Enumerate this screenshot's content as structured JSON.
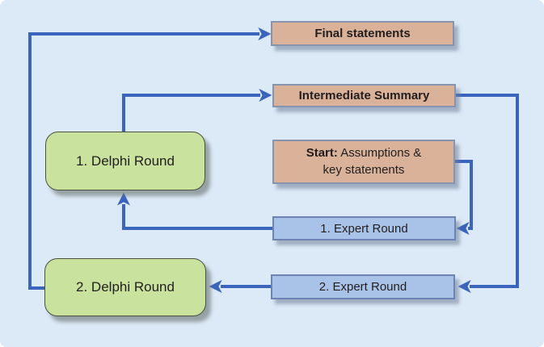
{
  "palette": {
    "bg": "#dce9f6",
    "arrow": "#3b64bd",
    "tan-fill": "#d9b299",
    "tan-border": "#8694af",
    "blue-fill": "#a9c3e8",
    "blue-border": "#6d83b3",
    "green-fill": "#c9e29e",
    "green-border": "#49523e",
    "text": "#221e1f"
  },
  "nodes": {
    "final_statements": {
      "label": "Final statements"
    },
    "intermediate_summary": {
      "label": "Intermediate Summary"
    },
    "start": {
      "label_bold": "Start:",
      "label_rest1": " Assumptions &",
      "label_rest2": "key statements"
    },
    "expert_round_1": {
      "label": "1. Expert Round"
    },
    "expert_round_2": {
      "label": "2. Expert Round"
    },
    "delphi_round_1": {
      "label": "1. Delphi Round"
    },
    "delphi_round_2": {
      "label": "2. Delphi Round"
    }
  },
  "edges": [
    {
      "from": "delphi_round_2",
      "to": "final_statements"
    },
    {
      "from": "delphi_round_1",
      "to": "intermediate_summary"
    },
    {
      "from": "start",
      "to": "expert_round_1"
    },
    {
      "from": "expert_round_1",
      "to": "delphi_round_1"
    },
    {
      "from": "intermediate_summary",
      "to": "expert_round_2"
    },
    {
      "from": "expert_round_2",
      "to": "delphi_round_2"
    }
  ]
}
